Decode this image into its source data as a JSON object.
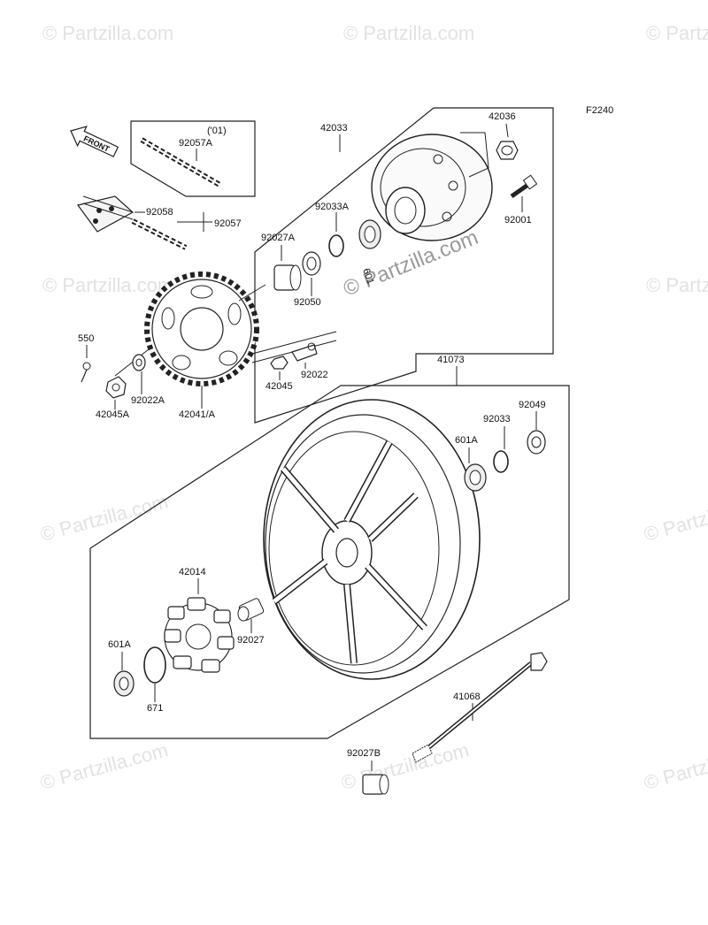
{
  "diagram_code": "F2240",
  "front_label": "FRONT",
  "watermark": "© Partzilla.com",
  "parts": {
    "p42033": "42033",
    "p42036": "42036",
    "p92001": "92001",
    "p92033A": "92033A",
    "p601_top": "601",
    "p92057A": "92057A",
    "p01": "('01)",
    "p92058": "92058",
    "p92057": "92057",
    "p92027A": "92027A",
    "p92050": "92050",
    "p550": "550",
    "p92022A": "92022A",
    "p42045A": "42045A",
    "p42041A": "42041/A",
    "p42045": "42045",
    "p92022": "92022",
    "p41073": "41073",
    "p92049": "92049",
    "p92033": "92033",
    "p601A_right": "601A",
    "p42014": "42014",
    "p92027": "92027",
    "p601A_left": "601A",
    "p671": "671",
    "p41068": "41068",
    "p92027B": "92027B"
  }
}
